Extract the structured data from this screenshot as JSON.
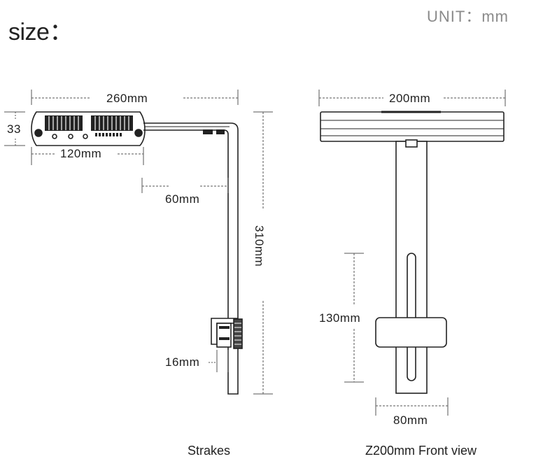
{
  "header": {
    "title": "size：",
    "unit": "UNIT：mm"
  },
  "side_view": {
    "caption": "Strakes",
    "dims": {
      "overall_length": "260mm",
      "height": "33",
      "light_width": "120mm",
      "offset": "60mm",
      "arm_height": "310mm",
      "clamp": "16mm"
    }
  },
  "front_view": {
    "caption": "Z200mm Front view",
    "dims": {
      "width": "200mm",
      "adjust_range": "130mm",
      "clamp_width": "80mm"
    }
  },
  "colors": {
    "line": "#222222",
    "dim_line": "#555555",
    "unit_text": "#8a8a8a"
  }
}
